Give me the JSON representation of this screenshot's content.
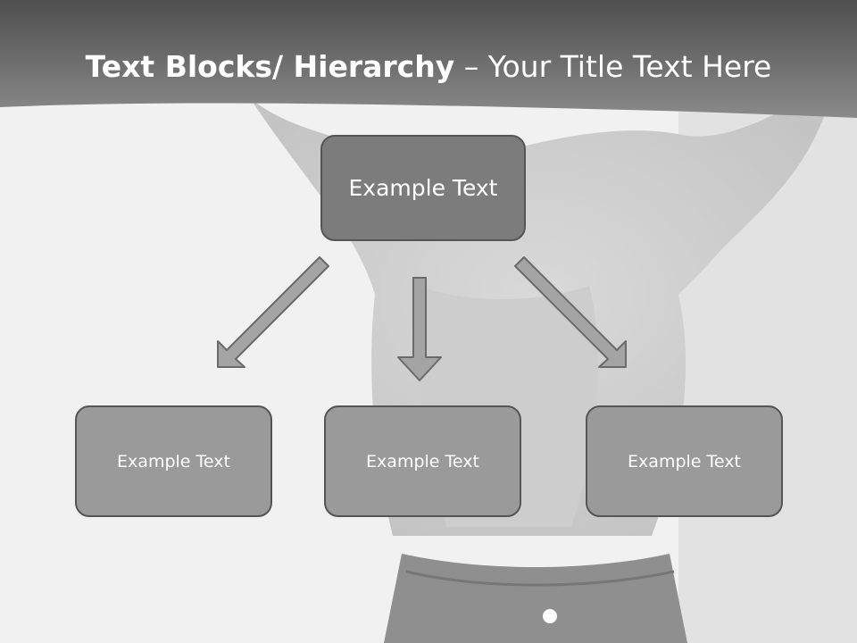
{
  "title": {
    "bold": "Text Blocks/ Hierarchy",
    "rest": " – Your Title Text Here"
  },
  "diagram": {
    "top_node": "Example Text",
    "children": [
      "Example Text",
      "Example Text",
      "Example Text"
    ]
  },
  "colors": {
    "header_band": "#5f5f5f",
    "top_node_fill": "#7c7c7c",
    "child_node_fill": "#9a9a9a",
    "arrow_fill": "#a4a4a4",
    "outline": "#555555"
  }
}
